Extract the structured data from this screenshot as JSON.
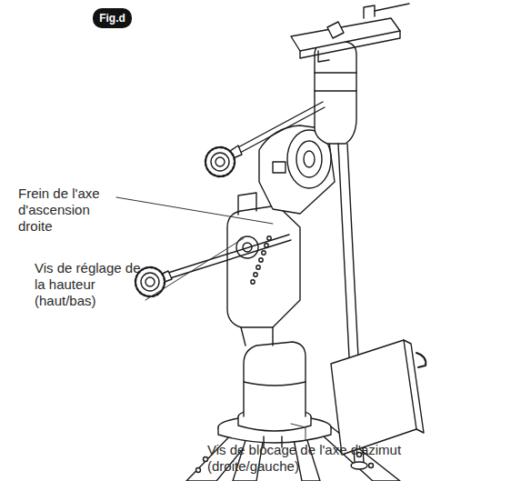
{
  "diagram": {
    "nodes": [
      {
        "text": [
          "Fig.d"
        ]
      }
    ],
    "labels": [
      "Frein de l'axe d'ascension droite",
      "Vis de réglage de la hauteur (haut/bas)",
      "Vis de blocage de l'axe d'azimut (droite/gauche)"
    ]
  }
}
